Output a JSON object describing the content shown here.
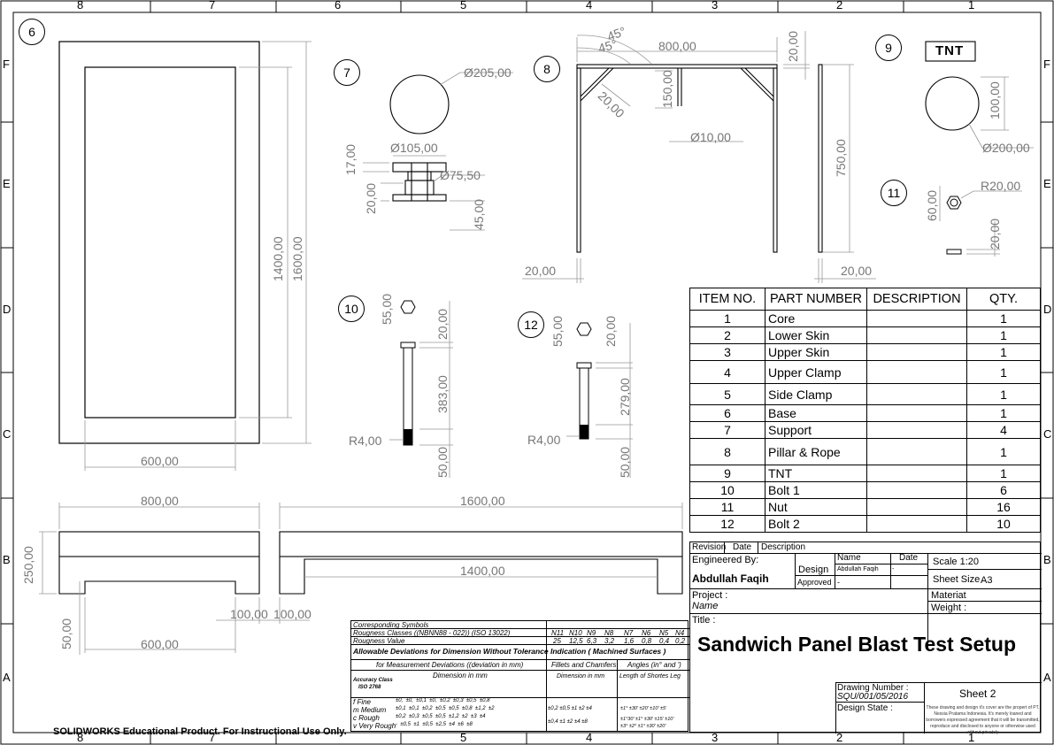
{
  "sheet": {
    "columns": [
      "8",
      "7",
      "6",
      "5",
      "4",
      "3",
      "2",
      "1"
    ],
    "rows": [
      "F",
      "E",
      "D",
      "C",
      "B",
      "A"
    ]
  },
  "balloons": [
    "6",
    "7",
    "8",
    "9",
    "10",
    "11",
    "12"
  ],
  "dimensions": {
    "v6": {
      "h600_top": "600,00",
      "v1400": "1400,00",
      "v1600": "1600,00"
    },
    "v7": {
      "d205": "Ø205,00",
      "d105": "Ø105,00",
      "d75": "Ø75,50",
      "h17": "17,00",
      "h20": "20,00",
      "h45": "45,00"
    },
    "v8": {
      "a45a": "45°",
      "a45b": "45°",
      "w800": "800,00",
      "h20a": "20,00",
      "h150": "150,00",
      "d10": "Ø10,00",
      "h20b": "20,00",
      "h750": "750,00",
      "w20a": "20,00",
      "w20b": "20,00",
      "d20": "20,00"
    },
    "v9": {
      "tnt": "TNT",
      "h100": "100,00",
      "d200": "Ø200,00"
    },
    "v10": {
      "h55": "55,00",
      "h20": "20,00",
      "h383": "383,00",
      "r4": "R4,00",
      "h50": "50,00"
    },
    "v11": {
      "r20": "R20,00",
      "h60": "60,00",
      "h20": "20,00"
    },
    "v12": {
      "h55": "55,00",
      "h20": "20,00",
      "h279": "279,00",
      "r4": "R4,00",
      "h50": "50,00"
    },
    "bottom": {
      "w600a": "600,00",
      "w800": "800,00",
      "w1600": "1600,00",
      "h250": "250,00",
      "w1400": "1400,00",
      "w100a": "100,00",
      "w100b": "100,00",
      "h50": "50,00",
      "w600b": "600,00"
    }
  },
  "bom": {
    "headers": [
      "ITEM NO.",
      "PART NUMBER",
      "DESCRIPTION",
      "QTY."
    ],
    "rows": [
      [
        "1",
        "Core",
        "",
        "1"
      ],
      [
        "2",
        "Lower Skin",
        "",
        "1"
      ],
      [
        "3",
        "Upper Skin",
        "",
        "1"
      ],
      [
        "4",
        "Upper Clamp",
        "",
        "1"
      ],
      [
        "5",
        "Side Clamp",
        "",
        "1"
      ],
      [
        "6",
        "Base",
        "",
        "1"
      ],
      [
        "7",
        "Support",
        "",
        "4"
      ],
      [
        "8",
        "Pillar & Rope",
        "",
        "1"
      ],
      [
        "9",
        "TNT",
        "",
        "1"
      ],
      [
        "10",
        "Bolt 1",
        "",
        "6"
      ],
      [
        "11",
        "Nut",
        "",
        "16"
      ],
      [
        "12",
        "Bolt 2",
        "",
        "10"
      ]
    ]
  },
  "title_block": {
    "revision": "Revision",
    "date": "Date",
    "description": "Description",
    "engineered_by": "Engineered By:",
    "engineer": "Abdullah Faqih",
    "name_hdr": "Name",
    "date_hdr": "Date",
    "design": "Design",
    "design_name": "Abdullah Faqih",
    "design_date": "-",
    "approved": "Approved",
    "approved_name": "-",
    "scale": "Scale 1:20",
    "sheet_size": "Sheet Size",
    "sheet_size_val": "A3",
    "project": "Project :",
    "project_name": "Name",
    "material": "Materiat",
    "weight": "Weight :",
    "title_label": "Title :",
    "title": "Sandwich Panel Blast Test Setup",
    "drawing_number_label": "Drawing Number :",
    "drawing_number": "SQU/001/05/2016",
    "sheet": "Sheet  2",
    "design_state": "Design State :",
    "notice": "These drawing and design it's cover are the propert of PT. Nessia Pratama Indonesia. It's merely loaned and borrowers expressed agreement that it will be transmitted, reproduce and disclosed to anyone or otherwise used without privately"
  },
  "tolerance": {
    "l1": "Corresponding Symbols",
    "l2": "Rougness Classes ((NBNN88 - 022)) (ISO 13022)",
    "l3": "Rougness Value",
    "l4": "Allowable Deviations for Dimension Without Tolerance Indication ( Machined Surfaces )",
    "l5": "for Measurement Deviations ((deviation in mm)",
    "l5b": "Fillets and Chamfers",
    "l5c": "Angles (in° and ')",
    "l6": "Accuracy Class",
    "l6b": "ISO 2768",
    "l6c": "Dimension in mm",
    "l6d": "Dimension in mm",
    "l6e": "Length of Shortes Leg",
    "classes": [
      "f Fine",
      "m Medium",
      "c Rough",
      "v Very Rough"
    ],
    "ncodes": [
      "N11",
      "N10",
      "N9",
      "N8",
      "N7",
      "N6",
      "N5",
      "N4"
    ],
    "rvalues": [
      "25",
      "12,5",
      "6,3",
      "3,2",
      "1,6",
      "0,8",
      "0,4",
      "0,2"
    ],
    "f_row": [
      "±0,",
      "±0,",
      "±0,1",
      "±0,",
      "±0,2",
      "±0,3",
      "±0,5",
      "±0,8"
    ],
    "m_row": [
      "±0,1",
      "±0,1",
      "±0,2",
      "±0,5",
      "±0,5",
      "±0,8",
      "±1,2",
      "±2"
    ],
    "c_row": [
      "±0,2",
      "±0,3",
      "±0,5",
      "±0,5",
      "±1,2",
      "±2",
      "±3",
      "±4"
    ],
    "v_row": [
      "-",
      "±0,5",
      "±1",
      "±0,5",
      "±2,5",
      "±4",
      "±6",
      "±8"
    ],
    "fillet_fm": [
      "±0,2",
      "±0,5",
      "±1",
      "±2",
      "±4"
    ],
    "fillet_cv": [
      "±0,4",
      "±1",
      "±2",
      "±4",
      "±8"
    ],
    "ang_f": [
      "±1°",
      "±30'",
      "±20'",
      "±10'",
      "±5'"
    ],
    "ang_c": [
      "±1°30'",
      "±1°",
      "±30'",
      "±15'",
      "±10'"
    ],
    "ang_v": [
      "±3°",
      "±2°",
      "±1°",
      "±30'",
      "±20'"
    ]
  },
  "watermark": "SOLIDWORKS Educational Product. For Instructional Use Only."
}
